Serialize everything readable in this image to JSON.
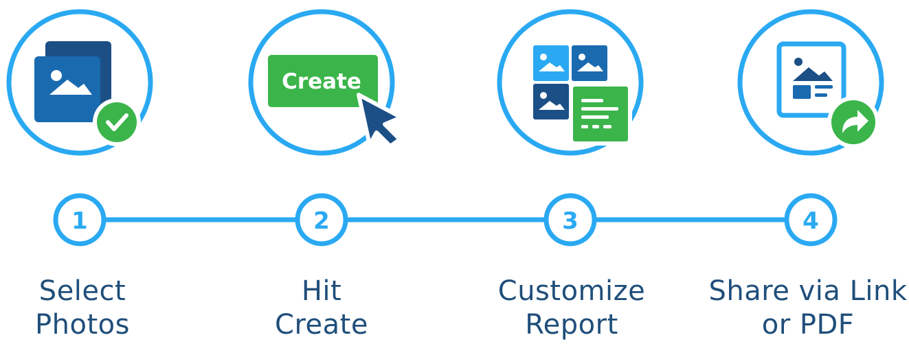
{
  "colors": {
    "ring": "#2aa9f2",
    "navy": "#1f4e7a",
    "blue": "#1a6ab0",
    "dark_blue": "#1c4f86",
    "light_blue": "#2aa9f2",
    "green": "#3bb54a",
    "white": "#ffffff"
  },
  "steps": [
    {
      "number": "1",
      "label_line1": "Select",
      "label_line2": "Photos",
      "icon": "photos-check-icon"
    },
    {
      "number": "2",
      "label_line1": "Hit",
      "label_line2": "Create",
      "icon": "create-button-cursor-icon",
      "button_text": "Create"
    },
    {
      "number": "3",
      "label_line1": "Customize",
      "label_line2": "Report",
      "icon": "report-layout-icon"
    },
    {
      "number": "4",
      "label_line1": "Share via Link",
      "label_line2": "or PDF",
      "icon": "share-document-icon"
    }
  ]
}
